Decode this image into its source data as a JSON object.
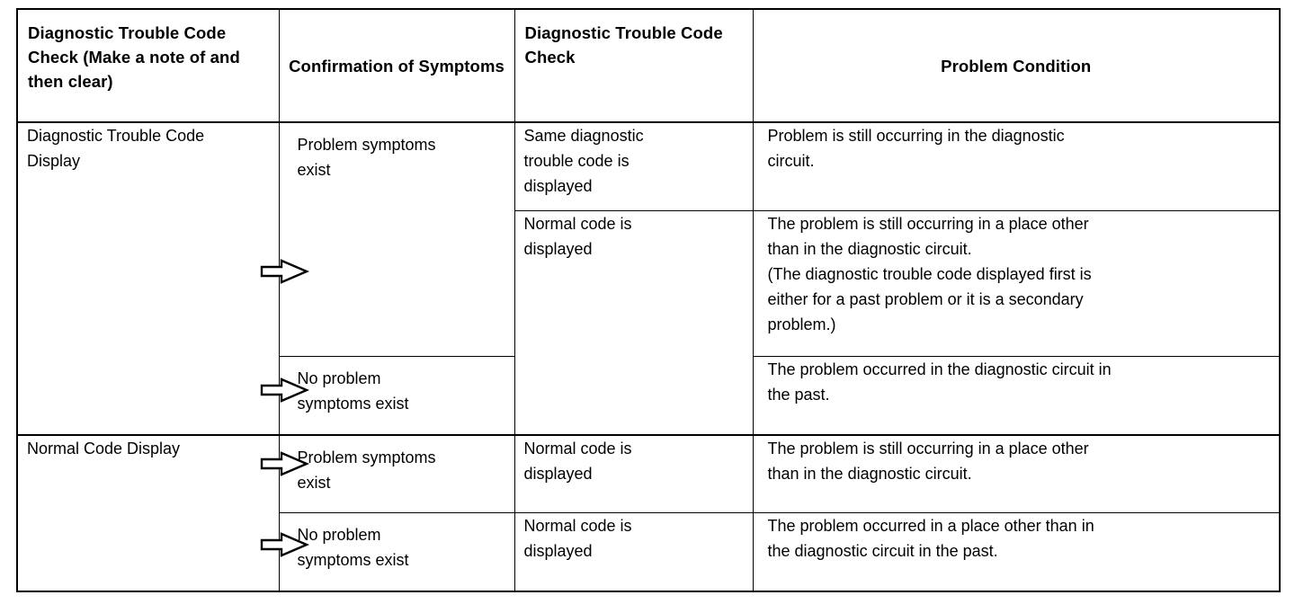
{
  "table": {
    "headers": [
      "Diagnostic Trouble\nCode Check (Make a\nnote of and then clear)",
      "Confirmation of\nSymptoms",
      "Diagnostic Trouble\nCode Check",
      "Problem Condition"
    ],
    "rows": [
      {
        "dtc_check_initial": "Diagnostic Trouble Code\nDisplay",
        "symptoms": "Problem symptoms\nexist",
        "dtc_check_second": "Same diagnostic\ntrouble code is\ndisplayed",
        "problem_condition": "Problem is still occurring in the diagnostic\ncircuit."
      },
      {
        "dtc_check_initial": "",
        "symptoms": "",
        "dtc_check_second": " Normal code is\ndisplayed",
        "problem_condition": "The problem is still occurring in a place other\nthan in the diagnostic circuit.\n(The diagnostic trouble code displayed first is\neither for a  past problem or it is a secondary\nproblem.)"
      },
      {
        "dtc_check_initial": "",
        "symptoms": "No problem\nsymptoms exist",
        "dtc_check_second": "",
        "problem_condition": "The problem occurred in the diagnostic circuit in\nthe past."
      },
      {
        "dtc_check_initial": "Normal Code Display",
        "symptoms": "Problem symptoms\nexist",
        "dtc_check_second": "Normal code is\ndisplayed",
        "problem_condition": "The problem is still occurring in a place other\nthan in the diagnostic circuit."
      },
      {
        "dtc_check_initial": "",
        "symptoms": "No problem\nsymptoms exist",
        "dtc_check_second": "Normal code is\ndisplayed",
        "problem_condition": "The problem occurred in a place other than in\nthe diagnostic circuit in the past."
      }
    ],
    "icons": {
      "flow_arrow": "block-arrow-right-icon"
    },
    "colors": {
      "border": "#000000",
      "text": "#000000",
      "background": "#ffffff"
    }
  }
}
